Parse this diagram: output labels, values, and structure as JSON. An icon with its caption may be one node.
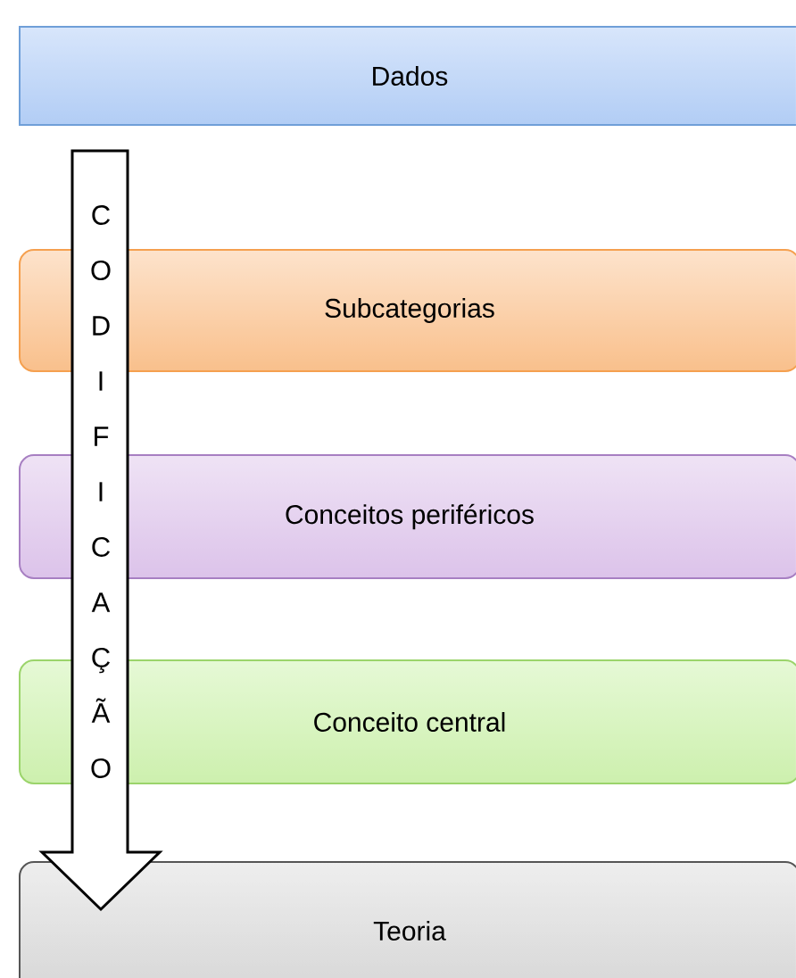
{
  "diagram": {
    "nodes": [
      {
        "text": [
          "Dados"
        ]
      },
      {
        "text": [
          "Subcategorias"
        ]
      },
      {
        "text": [
          "Conceitos periféricos"
        ]
      },
      {
        "text": [
          "Conceito central"
        ]
      },
      {
        "text": [
          "Teoria"
        ]
      }
    ],
    "edges": [
      {
        "from": 0,
        "to": 4,
        "arrow": "to",
        "label": "CODIFICAÇÃO"
      }
    ]
  }
}
